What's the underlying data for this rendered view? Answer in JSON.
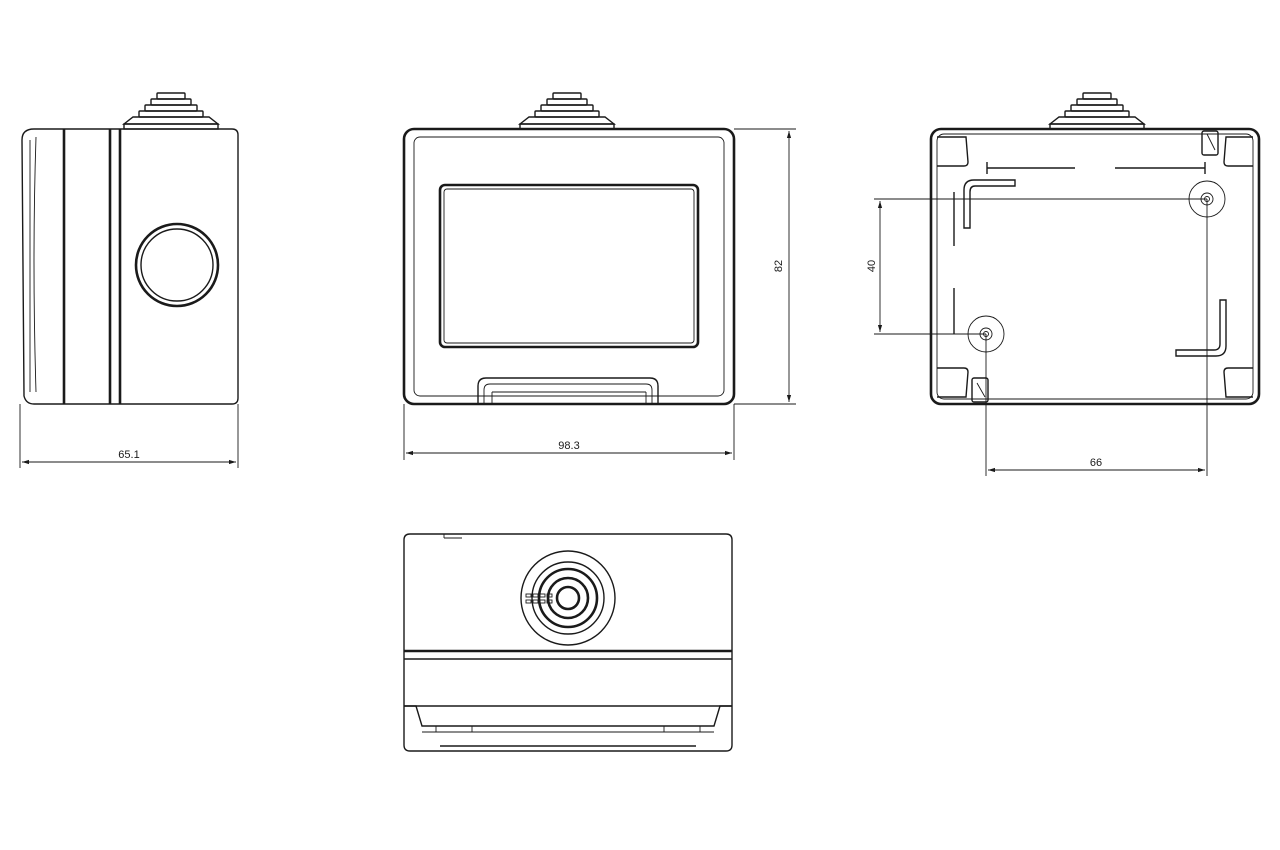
{
  "dimensions": {
    "side_width": "65.1",
    "front_width": "98.3",
    "front_height": "82",
    "hole_spacing_vertical": "40",
    "hole_spacing_horizontal": "66"
  },
  "views": {
    "side": "side-view",
    "front": "front-view",
    "rear": "rear-view",
    "bottom": "bottom-view"
  },
  "colors": {
    "line": "#1a1a1a",
    "background": "#ffffff"
  }
}
